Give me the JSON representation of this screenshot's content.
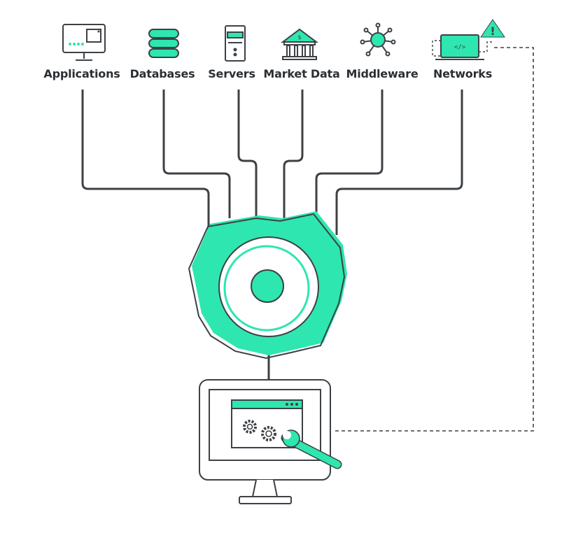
{
  "sources": [
    {
      "label": "Applications",
      "icon": "monitor-icon"
    },
    {
      "label": "Databases",
      "icon": "database-icon"
    },
    {
      "label": "Servers",
      "icon": "server-icon"
    },
    {
      "label": "Market Data",
      "icon": "bank-icon"
    },
    {
      "label": "Middleware",
      "icon": "network-nodes-icon"
    },
    {
      "label": "Networks",
      "icon": "laptop-code-icon"
    }
  ],
  "hub": {
    "icon": "gear-icon"
  },
  "console": {
    "icon": "monitor-settings-icon"
  },
  "alert": {
    "icon": "warning-triangle-icon",
    "symbol": "!"
  },
  "colors": {
    "accent": "#2ee6b0",
    "line": "#3d4145",
    "text": "#2b2f33"
  }
}
